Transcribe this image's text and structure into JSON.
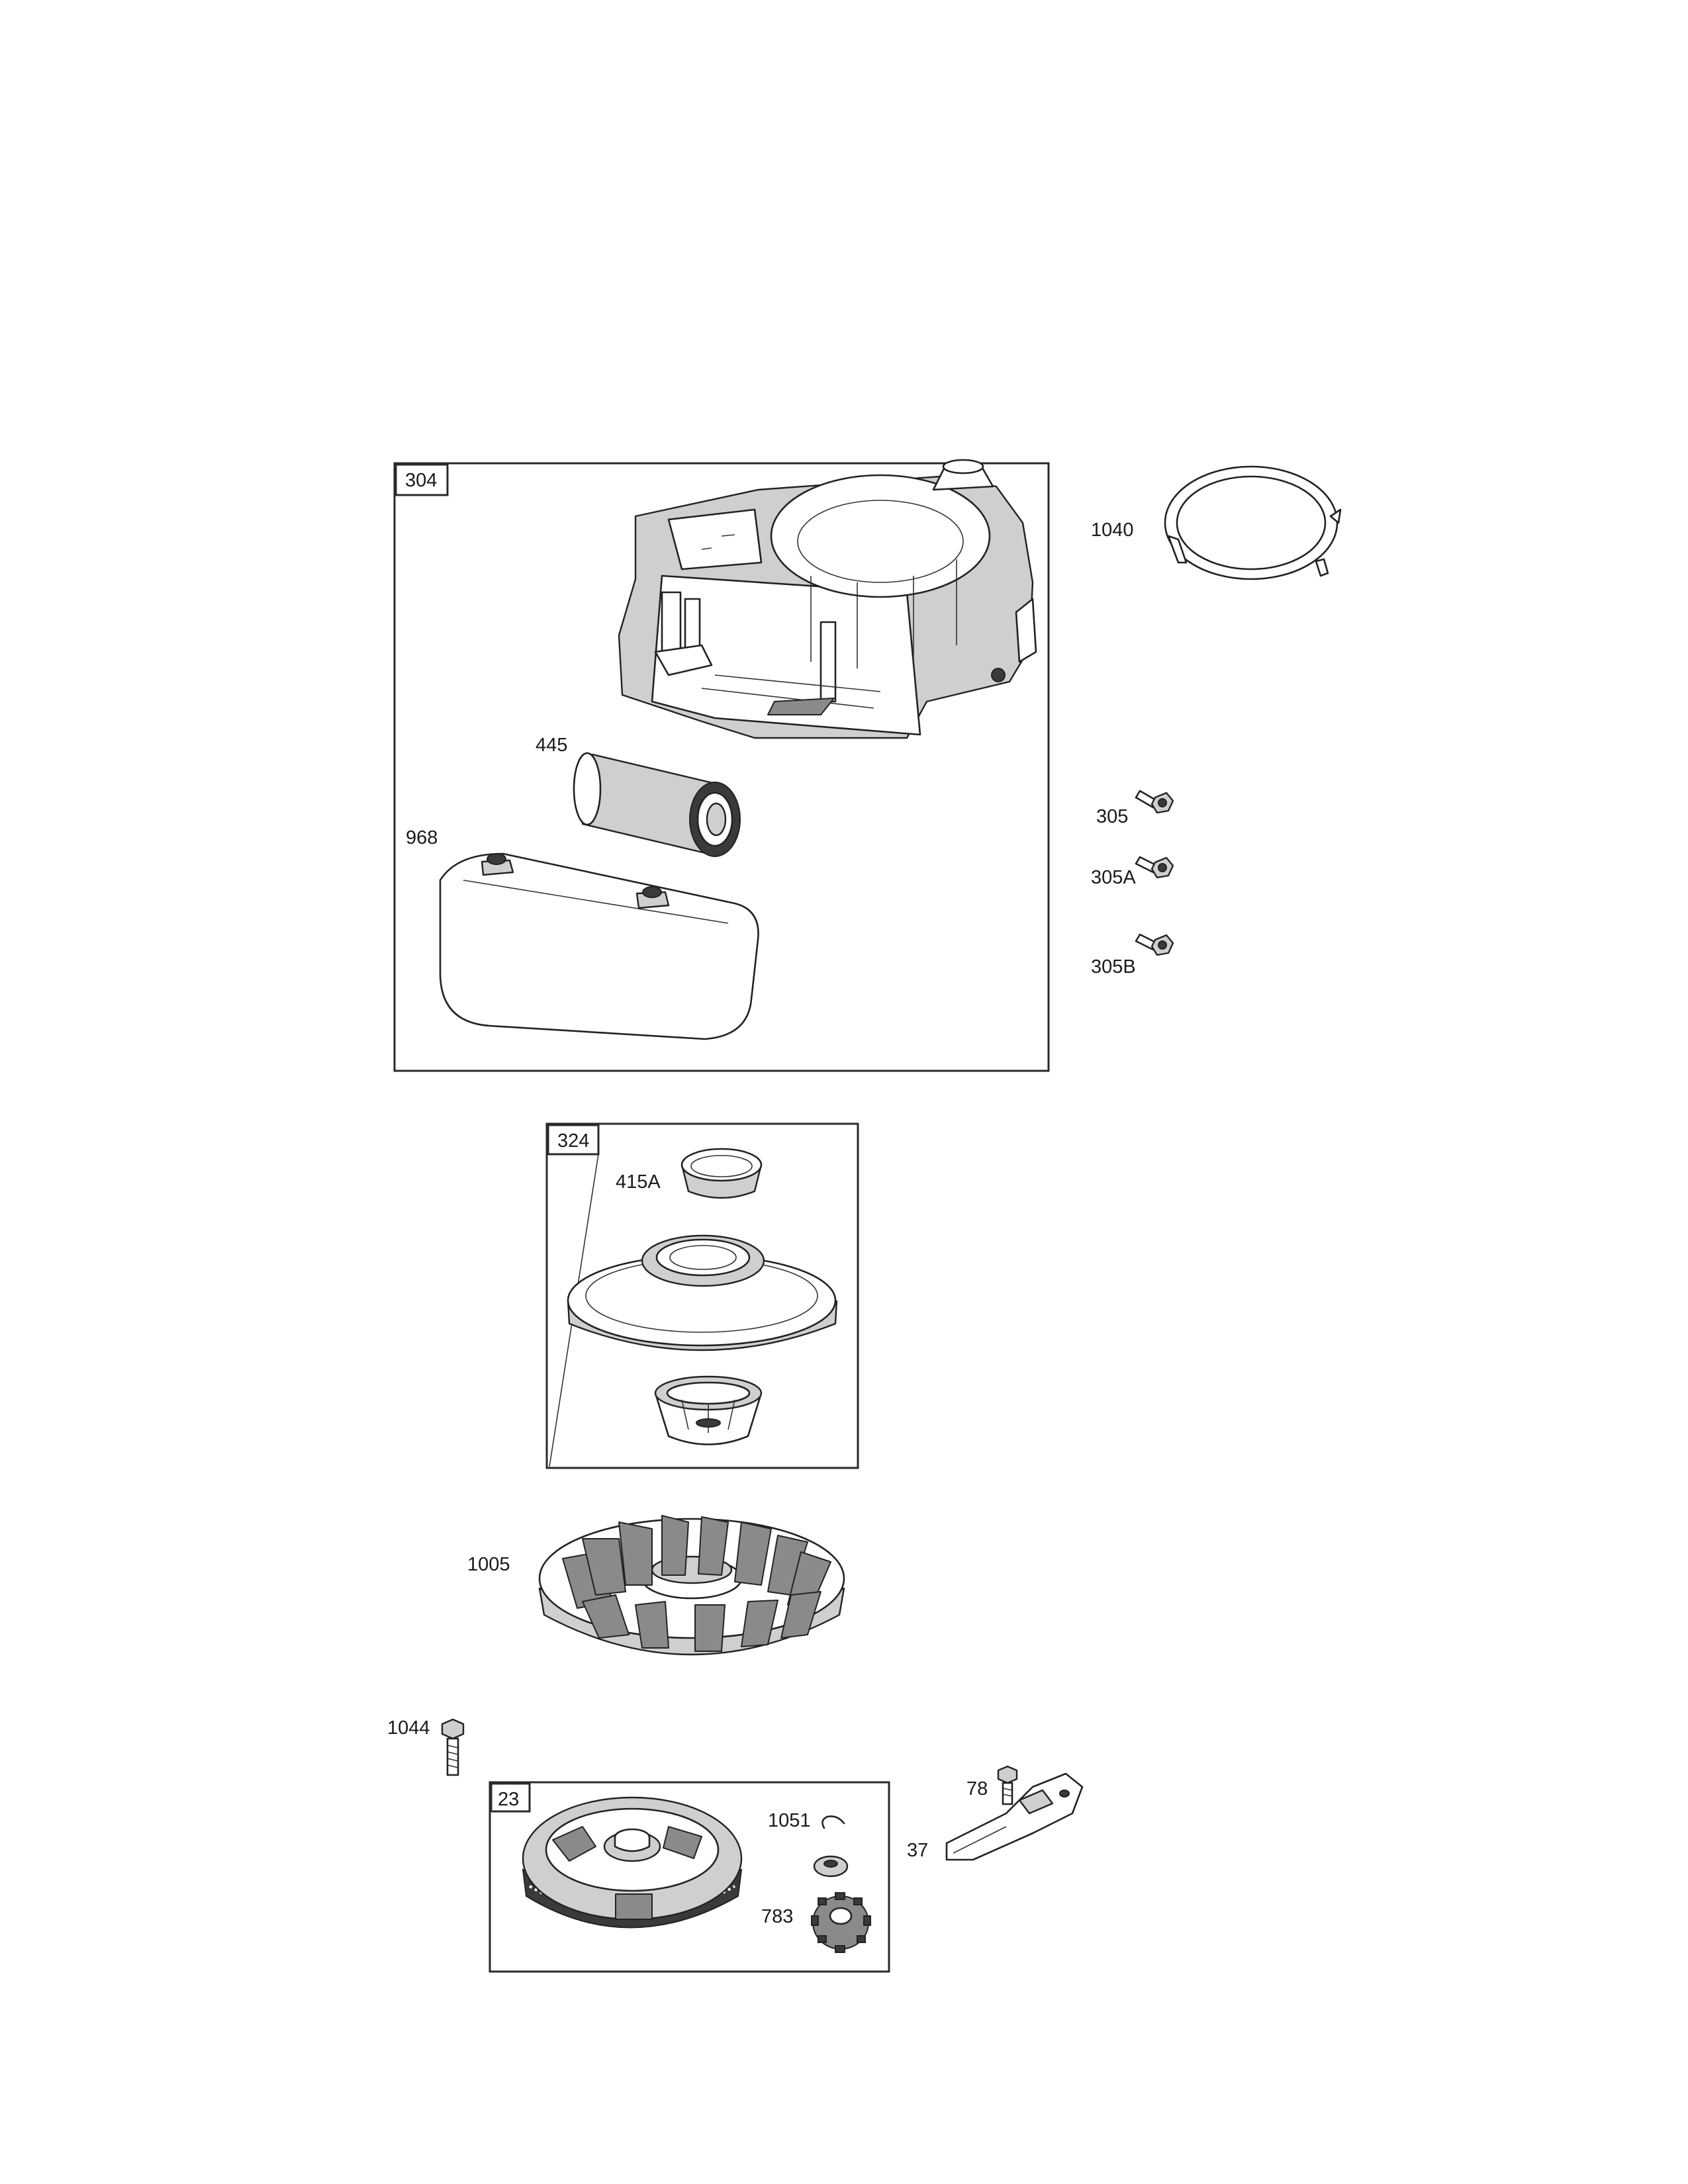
{
  "diagram": {
    "groups": [
      {
        "id": "304",
        "label": "304"
      },
      {
        "id": "324",
        "label": "324"
      },
      {
        "id": "23",
        "label": "23"
      }
    ],
    "parts": [
      {
        "key": "p1040",
        "label": "1040",
        "name": "retainer ring"
      },
      {
        "key": "p445",
        "label": "445",
        "name": "air filter cartridge"
      },
      {
        "key": "p968",
        "label": "968",
        "name": "air cleaner cover"
      },
      {
        "key": "p305",
        "label": "305",
        "name": "shoulder screw"
      },
      {
        "key": "p305a",
        "label": "305A",
        "name": "shoulder screw"
      },
      {
        "key": "p305b",
        "label": "305B",
        "name": "shoulder screw"
      },
      {
        "key": "p415a",
        "label": "415A",
        "name": "cap"
      },
      {
        "key": "p1005",
        "label": "1005",
        "name": "fan"
      },
      {
        "key": "p1044",
        "label": "1044",
        "name": "bolt"
      },
      {
        "key": "p1051",
        "label": "1051",
        "name": "retaining ring"
      },
      {
        "key": "p783",
        "label": "783",
        "name": "gear"
      },
      {
        "key": "p78",
        "label": "78",
        "name": "screw"
      },
      {
        "key": "p37",
        "label": "37",
        "name": "bracket"
      }
    ]
  }
}
